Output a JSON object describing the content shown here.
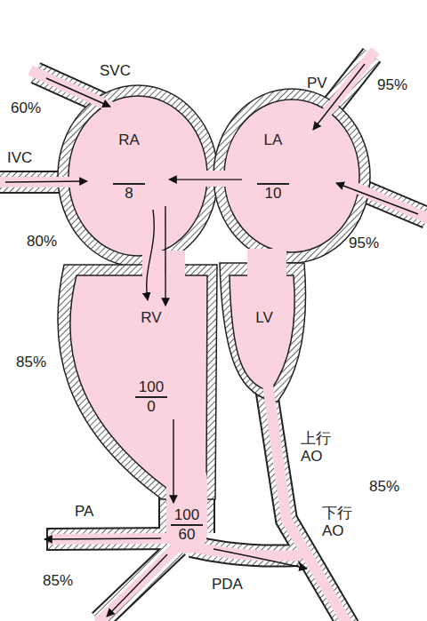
{
  "diagram": {
    "nodes": [
      {
        "text": [
          "RA",
          "8"
        ]
      },
      {
        "text": [
          "LA",
          "10"
        ]
      },
      {
        "text": [
          "RV",
          "100",
          "0"
        ]
      },
      {
        "text": [
          "LV"
        ]
      },
      {
        "text": [
          "100",
          "60"
        ]
      }
    ],
    "edges": [
      {
        "from": 1,
        "to": 0,
        "arrow": "to"
      },
      {
        "from": 0,
        "to": 2,
        "arrow": "to"
      },
      {
        "from": 2,
        "to": 4,
        "arrow": "to"
      }
    ],
    "labels": [
      "SVC",
      "60%",
      "IVC",
      "80%",
      "PV",
      "95%",
      "95%",
      "85%",
      "上行 AO",
      "85%",
      "下行 AO",
      "PA",
      "85%",
      "PDA"
    ]
  }
}
